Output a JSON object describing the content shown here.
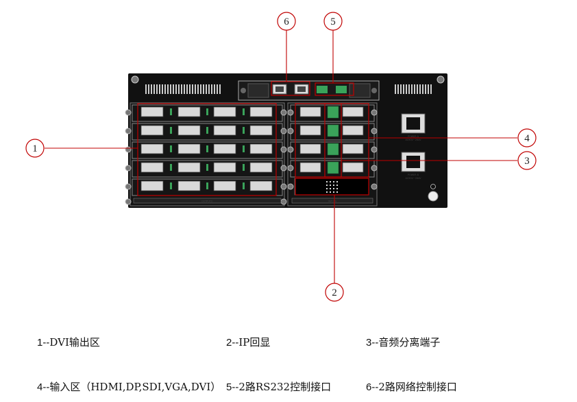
{
  "callouts": [
    {
      "num": "1"
    },
    {
      "num": "2"
    },
    {
      "num": "3"
    },
    {
      "num": "4"
    },
    {
      "num": "5"
    },
    {
      "num": "6"
    }
  ],
  "panel_labels": {
    "output_bar": "OUTPUTS",
    "input_bar": "INPUTS",
    "power_1": "POWER A",
    "power_1_rating": "AC90V~264V",
    "power_2": "POWER B",
    "power_2_rating": "AC90V~264V"
  },
  "legend": [
    {
      "num": "1--",
      "text": "DVI输出区"
    },
    {
      "num": "2--",
      "text": "IP回显"
    },
    {
      "num": "3--",
      "text": "音频分离端子"
    },
    {
      "num": "4--",
      "text": "输入区（HDMI,DP,SDI,VGA,DVI）"
    },
    {
      "num": "5--",
      "text": "2路RS232控制接口"
    },
    {
      "num": "6--",
      "text": "2路网络控制接口"
    }
  ],
  "colors": {
    "chassis": "#111111",
    "callout_red": "#c00000",
    "terminal_green": "#3aa35a",
    "port_gray": "#d9d9d9"
  }
}
